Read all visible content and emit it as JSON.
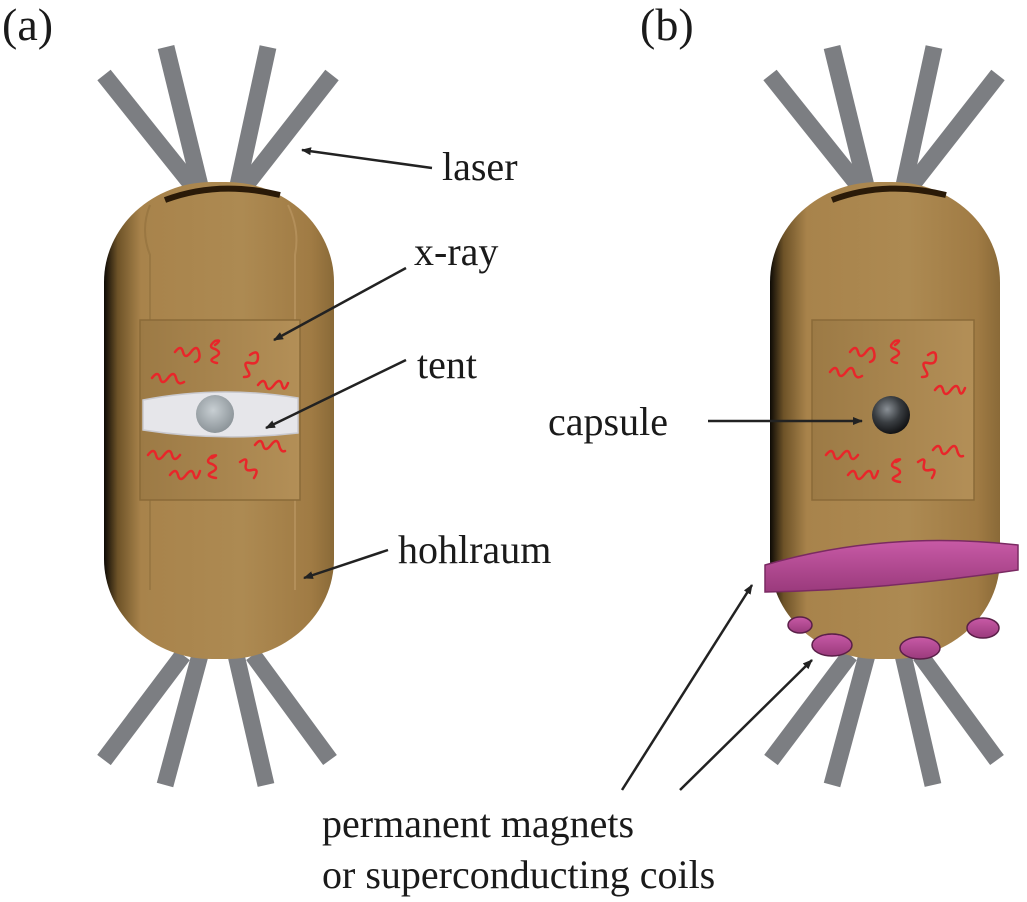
{
  "panels": [
    {
      "id": "a",
      "label": "(a)"
    },
    {
      "id": "b",
      "label": "(b)"
    }
  ],
  "labels": {
    "laser": "laser",
    "xray": "x-ray",
    "tent": "tent",
    "hohlraum": "hohlraum",
    "capsule": "capsule",
    "magnets_line1": "permanent magnets",
    "magnets_line2": "or superconducting coils"
  },
  "colors": {
    "hohlraum": "#a8834b",
    "laser_beam": "#7c7e82",
    "xray_wave": "#e8262a",
    "magnet": "#b0488f",
    "tent": "#e6e6ea",
    "arrow": "#222222"
  }
}
